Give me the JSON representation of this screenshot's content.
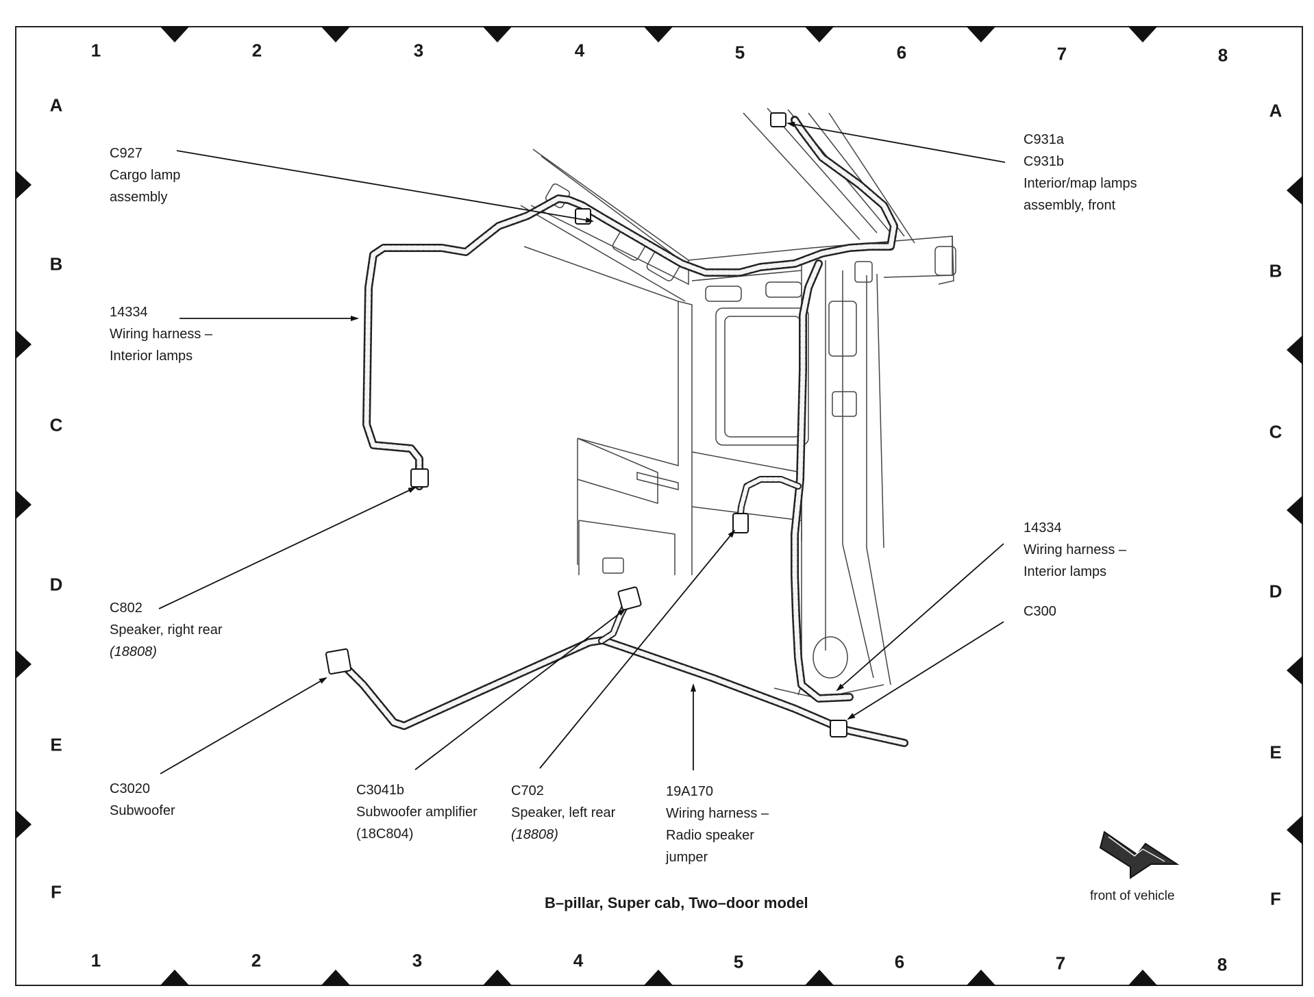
{
  "grid": {
    "columns": [
      "1",
      "2",
      "3",
      "4",
      "5",
      "6",
      "7",
      "8"
    ],
    "rows": [
      "A",
      "B",
      "C",
      "D",
      "E",
      "F"
    ]
  },
  "callouts": {
    "c927": {
      "id": "C927",
      "line1": "Cargo lamp",
      "line2": "assembly"
    },
    "c931": {
      "id1": "C931a",
      "id2": "C931b",
      "line1": "Interior/map lamps",
      "line2": "assembly, front"
    },
    "harness_left": {
      "id": "14334",
      "line1": "Wiring harness –",
      "line2": "Interior lamps"
    },
    "c802": {
      "id": "C802",
      "line1": "Speaker, right rear",
      "line2": "(18808)"
    },
    "harness_right": {
      "id": "14334",
      "line1": "Wiring harness –",
      "line2": "Interior lamps"
    },
    "c300": {
      "id": "C300"
    },
    "c3020": {
      "id": "C3020",
      "line1": "Subwoofer"
    },
    "c3041b": {
      "id": "C3041b",
      "line1": "Subwoofer amplifier",
      "line2": "(18C804)"
    },
    "c702": {
      "id": "C702",
      "line1": "Speaker, left rear",
      "line2": "(18808)"
    },
    "jumper": {
      "id": "19A170",
      "line1": "Wiring harness –",
      "line2": "Radio speaker",
      "line3": "jumper"
    }
  },
  "caption": "B–pillar, Super cab, Two–door model",
  "front_label": "front of vehicle"
}
